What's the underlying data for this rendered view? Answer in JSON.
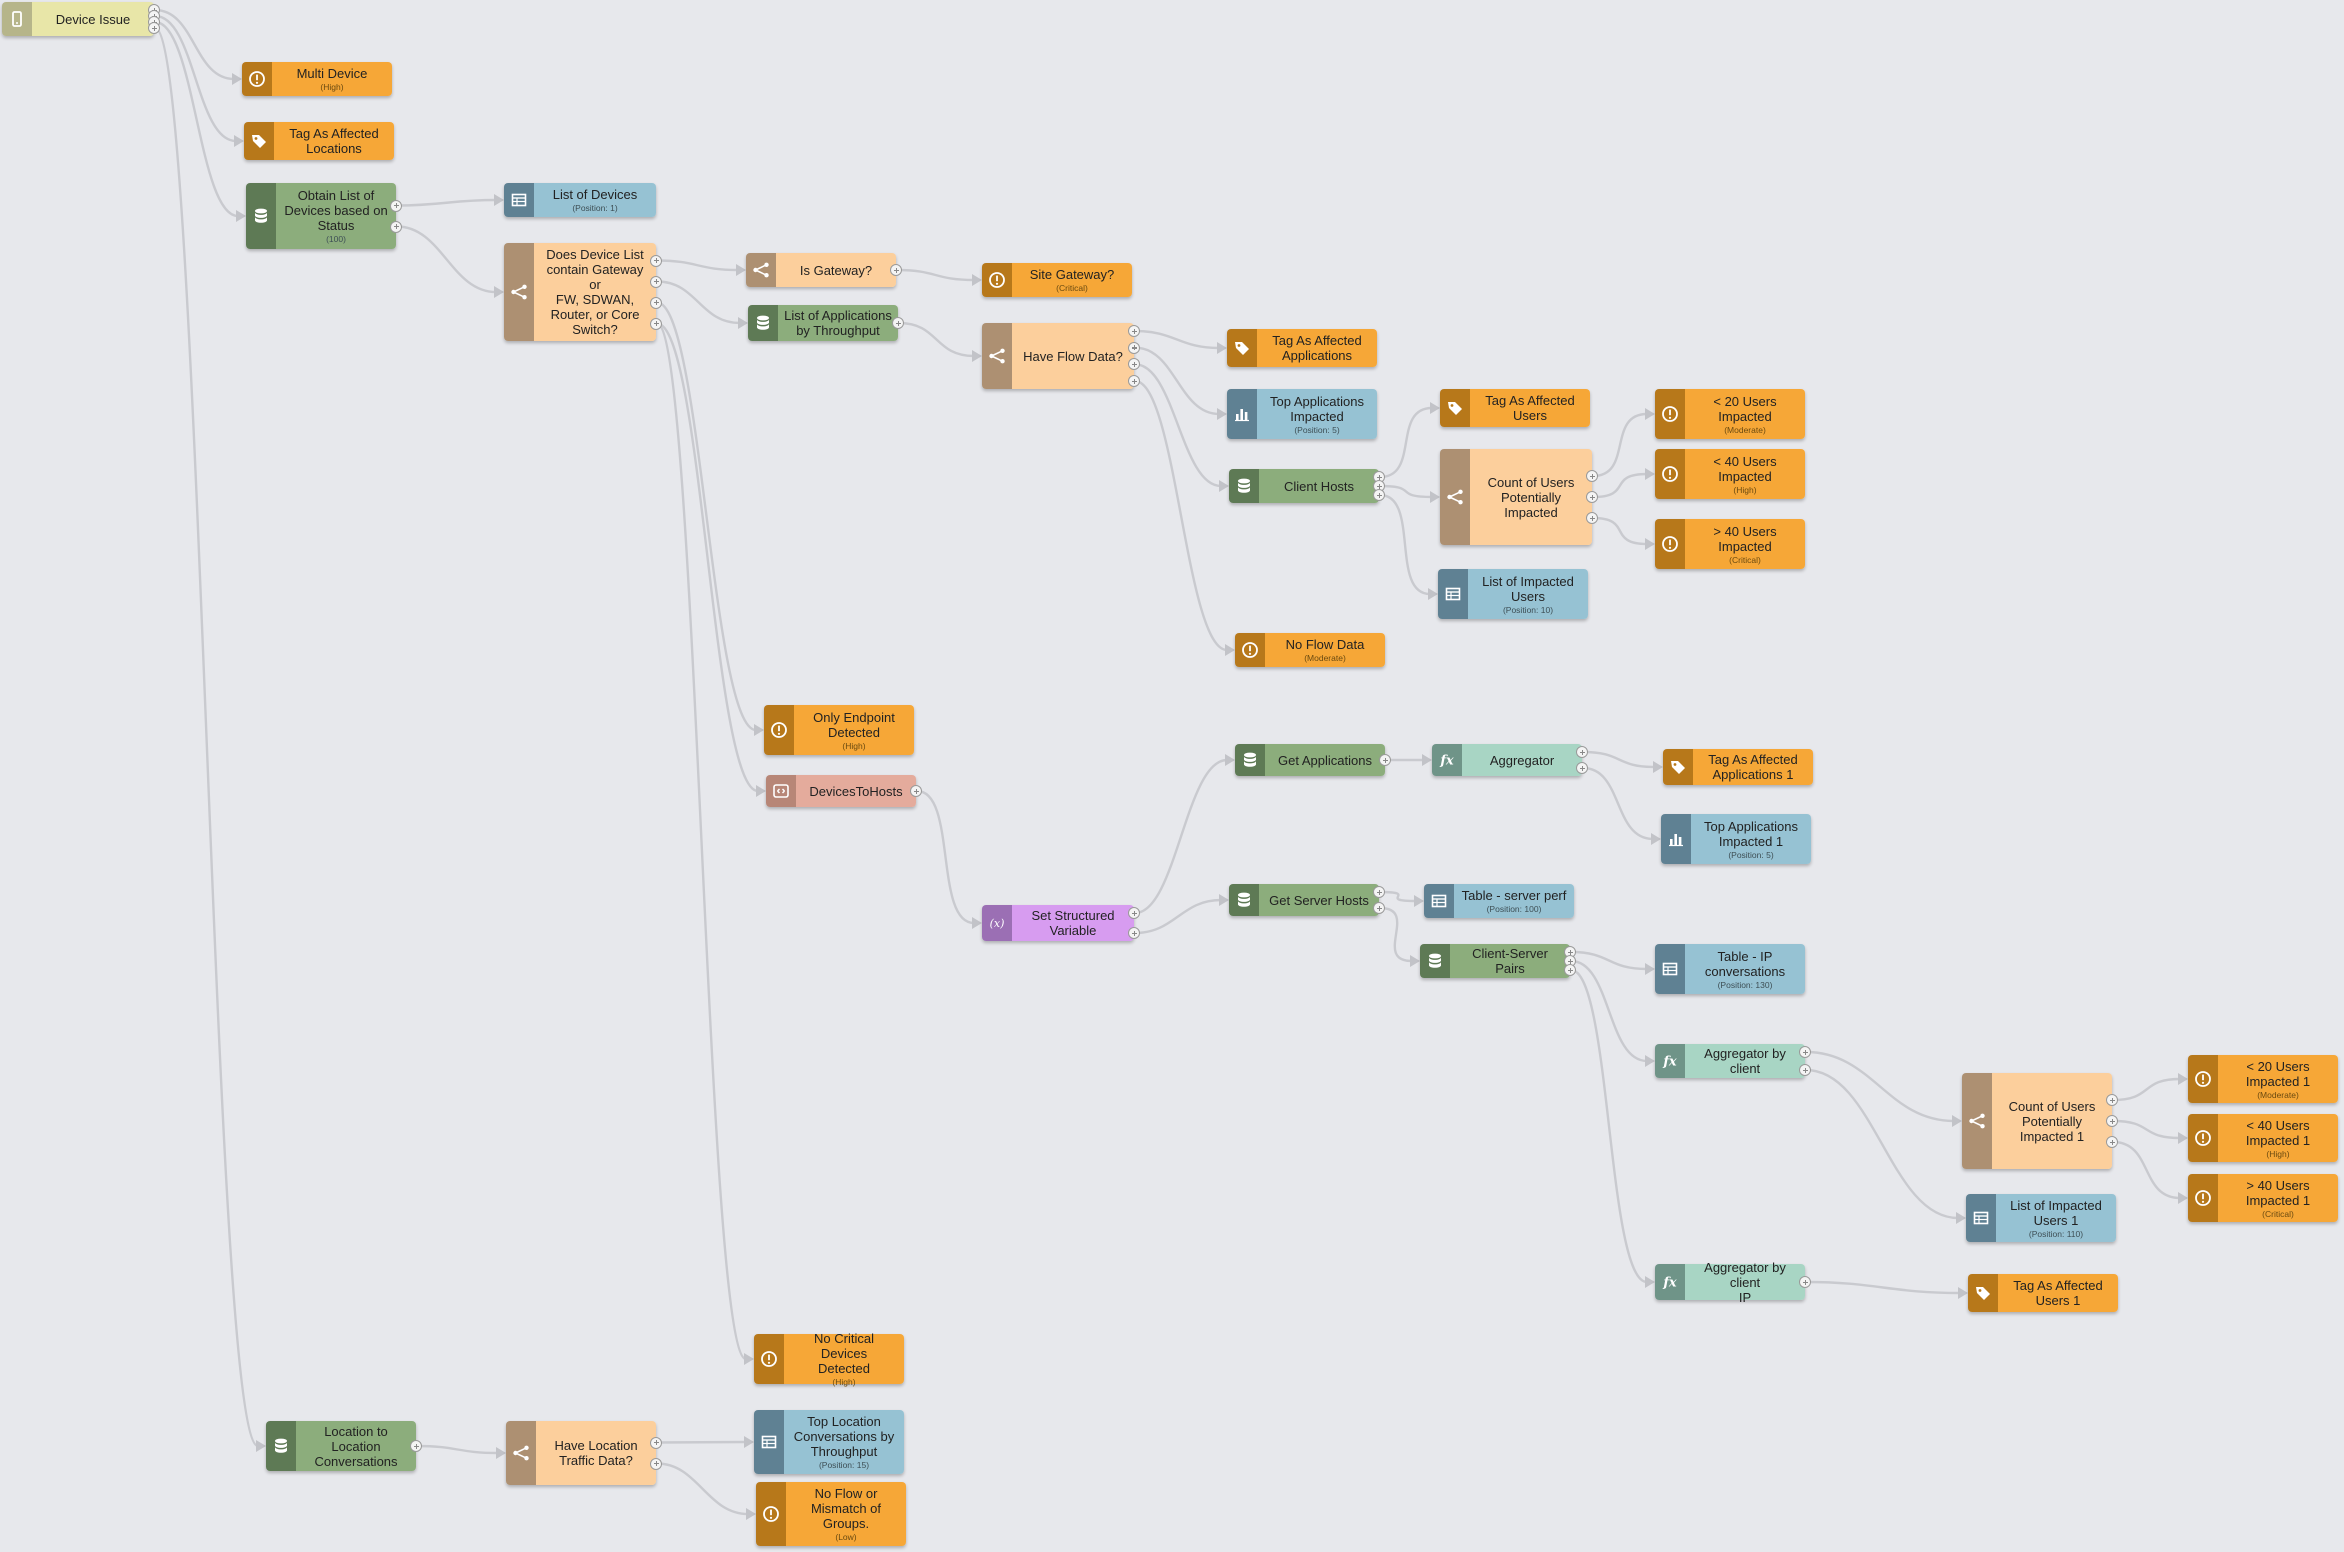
{
  "colors": {
    "canvas": "#e7e8ec",
    "edge": "#c9cacf",
    "alert": "#f6a737",
    "decision": "#fccf9c",
    "query": "#8cad7c",
    "table": "#96c2d3",
    "function": "#a8d5c4",
    "variable": "#d79cf0",
    "transform": "#e4ab9c",
    "trigger": "#e8e6a8"
  },
  "nodes": [
    {
      "id": "device-issue",
      "type": "trigger",
      "icon": "device-icon",
      "label": "Device Issue"
    },
    {
      "id": "multi-device",
      "type": "alert",
      "icon": "alert-icon",
      "label": "Multi Device",
      "sub": "(High)"
    },
    {
      "id": "tag-locations",
      "type": "tag",
      "icon": "tag-icon",
      "label": "Tag As Affected\nLocations"
    },
    {
      "id": "obtain-list",
      "type": "query",
      "icon": "database-icon",
      "label": "Obtain List of\nDevices based on\nStatus",
      "sub": "(100)"
    },
    {
      "id": "list-devices",
      "type": "table",
      "icon": "table-icon",
      "label": "List of Devices",
      "sub": "(Position: 1)"
    },
    {
      "id": "contain-gateway",
      "type": "decision",
      "icon": "branch-icon",
      "label": "Does Device List\ncontain Gateway or\nFW, SDWAN,\nRouter, or Core\nSwitch?"
    },
    {
      "id": "is-gateway",
      "type": "decision",
      "icon": "branch-icon",
      "label": "Is Gateway?"
    },
    {
      "id": "site-gateway",
      "type": "alert",
      "icon": "alert-icon",
      "label": "Site Gateway?",
      "sub": "(Critical)"
    },
    {
      "id": "apps-throughput",
      "type": "query",
      "icon": "database-icon",
      "label": "List of Applications\nby Throughput"
    },
    {
      "id": "have-flow",
      "type": "decision",
      "icon": "branch-icon",
      "label": "Have Flow Data?"
    },
    {
      "id": "tag-applications",
      "type": "tag",
      "icon": "tag-icon",
      "label": "Tag As Affected\nApplications"
    },
    {
      "id": "top-apps",
      "type": "chart",
      "icon": "bar-chart-icon",
      "label": "Top Applications\nImpacted",
      "sub": "(Position: 5)"
    },
    {
      "id": "client-hosts",
      "type": "query",
      "icon": "database-icon",
      "label": "Client Hosts"
    },
    {
      "id": "tag-users",
      "type": "tag",
      "icon": "tag-icon",
      "label": "Tag As Affected\nUsers"
    },
    {
      "id": "count-users",
      "type": "decision",
      "icon": "branch-icon",
      "label": "Count of Users\nPotentially\nImpacted"
    },
    {
      "id": "lt20",
      "type": "alert",
      "icon": "alert-icon",
      "label": "< 20 Users\nImpacted",
      "sub": "(Moderate)"
    },
    {
      "id": "lt40",
      "type": "alert",
      "icon": "alert-icon",
      "label": "< 40 Users\nImpacted",
      "sub": "(High)"
    },
    {
      "id": "gt40",
      "type": "alert",
      "icon": "alert-icon",
      "label": "> 40 Users\nImpacted",
      "sub": "(Critical)"
    },
    {
      "id": "list-impacted",
      "type": "table",
      "icon": "table-icon",
      "label": "List of Impacted\nUsers",
      "sub": "(Position: 10)"
    },
    {
      "id": "no-flow",
      "type": "alert",
      "icon": "alert-icon",
      "label": "No Flow Data",
      "sub": "(Moderate)"
    },
    {
      "id": "only-endpoint",
      "type": "alert",
      "icon": "alert-icon",
      "label": "Only Endpoint\nDetected",
      "sub": "(High)"
    },
    {
      "id": "devices-to-hosts",
      "type": "transform",
      "icon": "transform-icon",
      "label": "DevicesToHosts"
    },
    {
      "id": "set-var",
      "type": "var",
      "icon": "variable-icon",
      "label": "Set Structured\nVariable"
    },
    {
      "id": "get-apps",
      "type": "query",
      "icon": "database-icon",
      "label": "Get Applications"
    },
    {
      "id": "aggregator",
      "type": "fx",
      "icon": "function-icon",
      "label": "Aggregator"
    },
    {
      "id": "tag-apps1",
      "type": "tag",
      "icon": "tag-icon",
      "label": "Tag As Affected\nApplications 1"
    },
    {
      "id": "top-apps1",
      "type": "chart",
      "icon": "bar-chart-icon",
      "label": "Top Applications\nImpacted 1",
      "sub": "(Position: 5)"
    },
    {
      "id": "get-server",
      "type": "query",
      "icon": "database-icon",
      "label": "Get Server Hosts"
    },
    {
      "id": "table-server",
      "type": "table",
      "icon": "table-icon",
      "label": "Table - server perf",
      "sub": "(Position: 100)"
    },
    {
      "id": "client-server",
      "type": "query",
      "icon": "database-icon",
      "label": "Client-Server Pairs"
    },
    {
      "id": "table-ip",
      "type": "table",
      "icon": "table-icon",
      "label": "Table - IP\nconversations",
      "sub": "(Position: 130)"
    },
    {
      "id": "agg-client",
      "type": "fx",
      "icon": "function-icon",
      "label": "Aggregator by client"
    },
    {
      "id": "count-users1",
      "type": "decision",
      "icon": "branch-icon",
      "label": "Count of Users\nPotentially\nImpacted 1"
    },
    {
      "id": "lt20-1",
      "type": "alert",
      "icon": "alert-icon",
      "label": "< 20 Users\nImpacted 1",
      "sub": "(Moderate)"
    },
    {
      "id": "lt40-1",
      "type": "alert",
      "icon": "alert-icon",
      "label": "< 40 Users\nImpacted 1",
      "sub": "(High)"
    },
    {
      "id": "gt40-1",
      "type": "alert",
      "icon": "alert-icon",
      "label": "> 40 Users\nImpacted 1",
      "sub": "(Critical)"
    },
    {
      "id": "list-impacted1",
      "type": "table",
      "icon": "table-icon",
      "label": "List of Impacted\nUsers 1",
      "sub": "(Position: 110)"
    },
    {
      "id": "agg-client-ip",
      "type": "fx",
      "icon": "function-icon",
      "label": "Aggregator by client\nIP"
    },
    {
      "id": "tag-users1",
      "type": "tag",
      "icon": "tag-icon",
      "label": "Tag As Affected\nUsers 1"
    },
    {
      "id": "no-critical",
      "type": "alert",
      "icon": "alert-icon",
      "label": "No Critical Devices\nDetected",
      "sub": "(High)"
    },
    {
      "id": "loc-to-loc",
      "type": "query",
      "icon": "database-icon",
      "label": "Location to\nLocation\nConversations"
    },
    {
      "id": "have-loc",
      "type": "decision",
      "icon": "branch-icon",
      "label": "Have Location\nTraffic Data?"
    },
    {
      "id": "top-loc",
      "type": "table",
      "icon": "table-icon",
      "label": "Top Location\nConversations by\nThroughput",
      "sub": "(Position: 15)"
    },
    {
      "id": "no-flow-mismatch",
      "type": "alert",
      "icon": "alert-icon",
      "label": "No Flow or\nMismatch of\nGroups.",
      "sub": "(Low)"
    }
  ],
  "edges": [
    [
      "device-issue",
      "multi-device"
    ],
    [
      "device-issue",
      "tag-locations"
    ],
    [
      "device-issue",
      "obtain-list"
    ],
    [
      "device-issue",
      "loc-to-loc"
    ],
    [
      "obtain-list",
      "list-devices"
    ],
    [
      "obtain-list",
      "contain-gateway"
    ],
    [
      "contain-gateway",
      "is-gateway"
    ],
    [
      "contain-gateway",
      "apps-throughput"
    ],
    [
      "contain-gateway",
      "only-endpoint"
    ],
    [
      "contain-gateway",
      "devices-to-hosts"
    ],
    [
      "contain-gateway",
      "no-critical"
    ],
    [
      "is-gateway",
      "site-gateway"
    ],
    [
      "apps-throughput",
      "have-flow"
    ],
    [
      "have-flow",
      "tag-applications"
    ],
    [
      "have-flow",
      "top-apps"
    ],
    [
      "have-flow",
      "client-hosts"
    ],
    [
      "have-flow",
      "no-flow"
    ],
    [
      "client-hosts",
      "tag-users"
    ],
    [
      "client-hosts",
      "count-users"
    ],
    [
      "client-hosts",
      "list-impacted"
    ],
    [
      "count-users",
      "lt20"
    ],
    [
      "count-users",
      "lt40"
    ],
    [
      "count-users",
      "gt40"
    ],
    [
      "devices-to-hosts",
      "set-var"
    ],
    [
      "set-var",
      "get-apps"
    ],
    [
      "set-var",
      "get-server"
    ],
    [
      "get-apps",
      "aggregator"
    ],
    [
      "aggregator",
      "tag-apps1"
    ],
    [
      "aggregator",
      "top-apps1"
    ],
    [
      "get-server",
      "table-server"
    ],
    [
      "get-server",
      "client-server"
    ],
    [
      "client-server",
      "table-ip"
    ],
    [
      "client-server",
      "agg-client"
    ],
    [
      "client-server",
      "agg-client-ip"
    ],
    [
      "agg-client",
      "count-users1"
    ],
    [
      "agg-client",
      "list-impacted1"
    ],
    [
      "count-users1",
      "lt20-1"
    ],
    [
      "count-users1",
      "lt40-1"
    ],
    [
      "count-users1",
      "gt40-1"
    ],
    [
      "agg-client-ip",
      "tag-users1"
    ],
    [
      "loc-to-loc",
      "have-loc"
    ],
    [
      "have-loc",
      "top-loc"
    ],
    [
      "have-loc",
      "no-flow-mismatch"
    ]
  ]
}
